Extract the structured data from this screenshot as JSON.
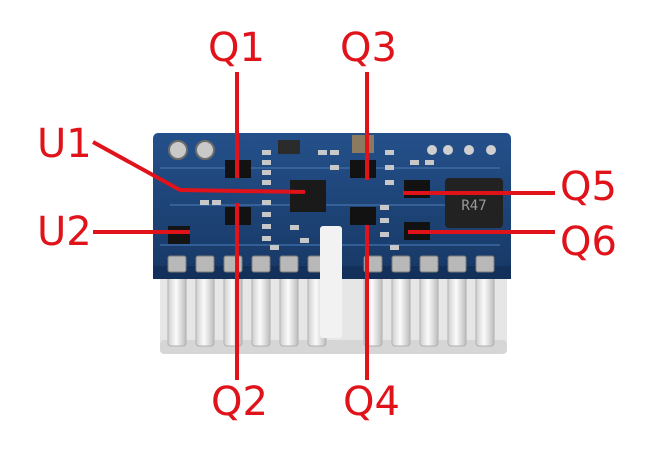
{
  "labels": {
    "q1": "Q1",
    "q2": "Q2",
    "q3": "Q3",
    "q4": "Q4",
    "q5": "Q5",
    "q6": "Q6",
    "u1": "U1",
    "u2": "U2"
  },
  "board_silkscreen": {
    "inductor_marking": "R47"
  },
  "colors": {
    "callout": "#e0121a",
    "pcb": "#1b3f73",
    "connector": "#e9e9e9"
  }
}
